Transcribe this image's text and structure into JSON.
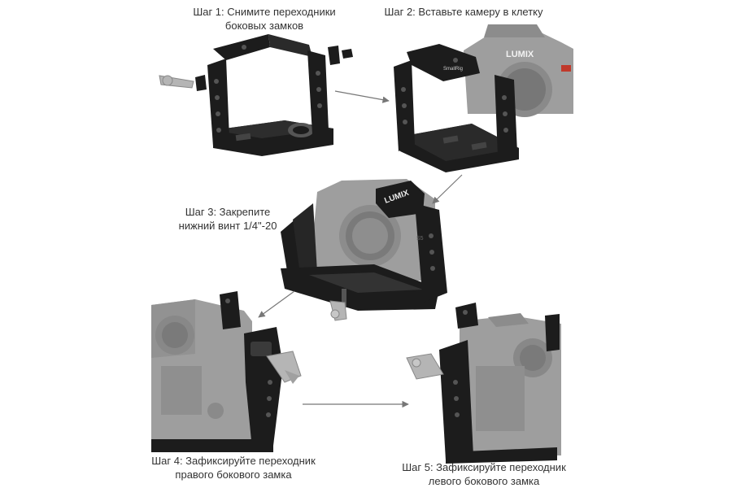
{
  "steps": [
    {
      "line1": "Шаг 1: Снимите переходники",
      "line2": "боковых замков"
    },
    {
      "line1": "Шаг 2: Вставьте камеру в клетку",
      "line2": ""
    },
    {
      "line1": "Шаг 3: Закрепите",
      "line2": "нижний винт 1/4\"-20"
    },
    {
      "line1": "Шаг 4: Зафиксируйте переходник",
      "line2": "правого бокового замка"
    },
    {
      "line1": "Шаг 5: Зафиксируйте переходник",
      "line2": "левого бокового замка"
    }
  ],
  "labels": {
    "camera_brand": "LUMIX",
    "cage_brand": "SmallRig",
    "model_badge": "S5"
  },
  "colors": {
    "cage": "#1c1c1c",
    "camera": "#9e9e9e",
    "lever": "#b5b5b5",
    "arrow": "#777777",
    "caption": "#333333"
  }
}
